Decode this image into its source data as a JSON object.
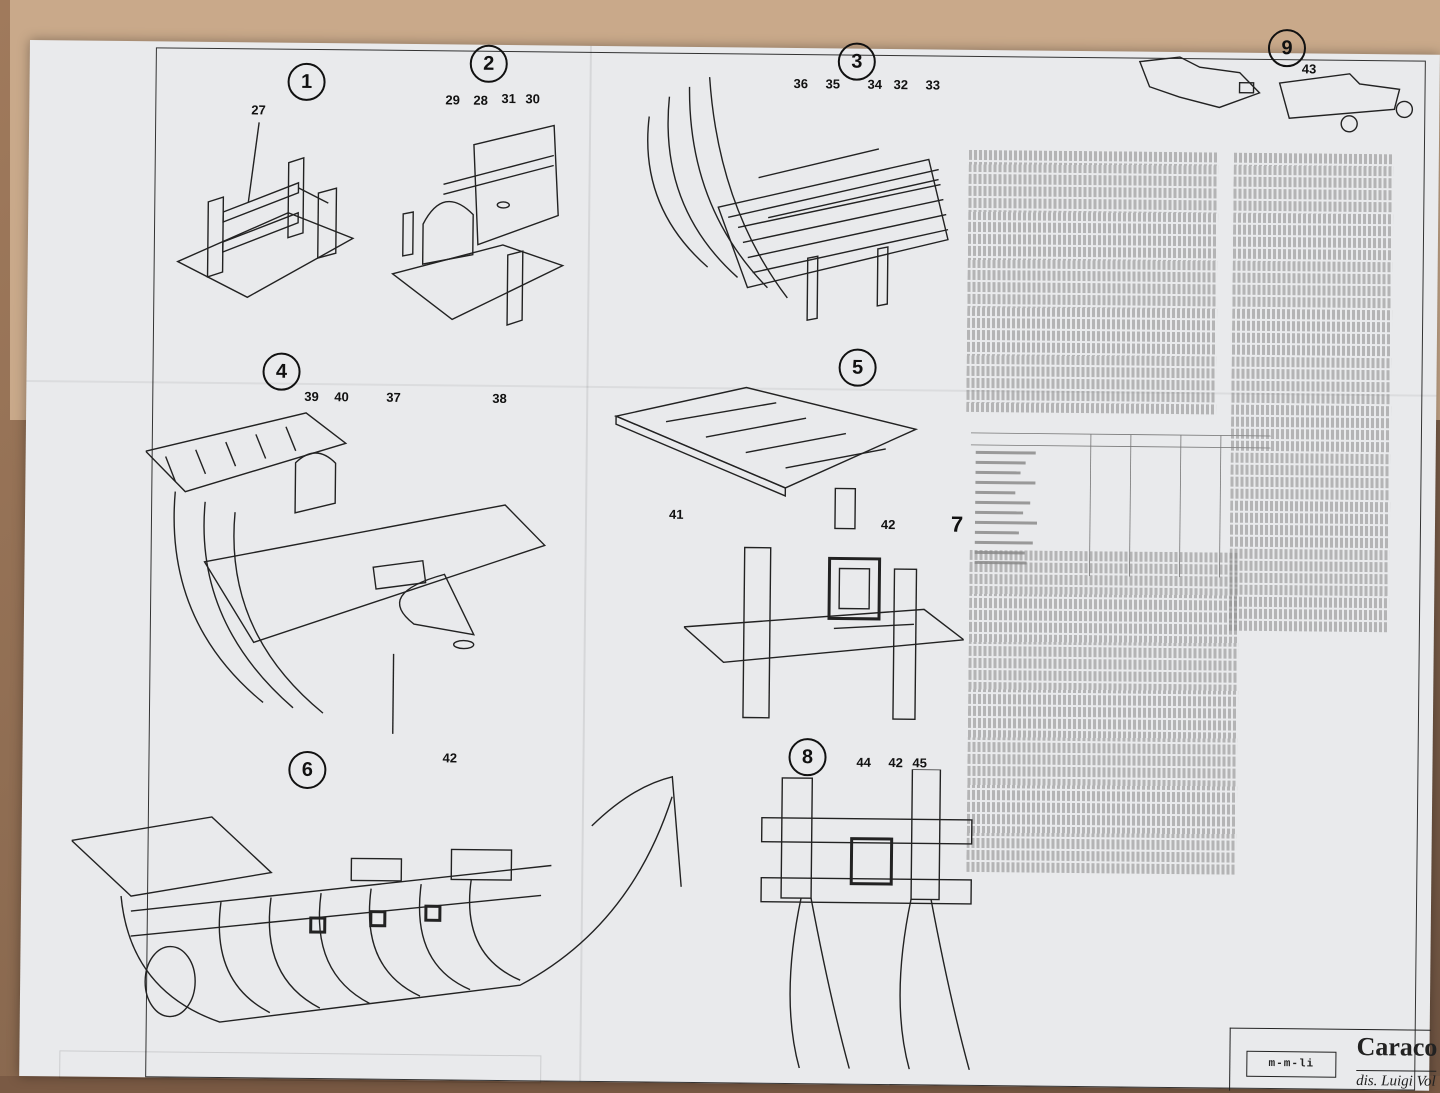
{
  "sheet": {
    "figures": [
      {
        "number": "1",
        "parts": [
          "27"
        ]
      },
      {
        "number": "2",
        "parts": [
          "29",
          "28",
          "31",
          "30"
        ]
      },
      {
        "number": "3",
        "parts": [
          "36",
          "35",
          "34",
          "32",
          "33"
        ]
      },
      {
        "number": "4",
        "parts": [
          "39",
          "40",
          "37",
          "38"
        ]
      },
      {
        "number": "5",
        "parts": [
          "41"
        ]
      },
      {
        "number": "6",
        "parts": [
          "42"
        ]
      },
      {
        "number": "7",
        "parts": [
          "42"
        ]
      },
      {
        "number": "8",
        "parts": [
          "44",
          "42",
          "45"
        ]
      },
      {
        "number": "9",
        "parts": [
          "43"
        ]
      }
    ],
    "title_block": {
      "logo": "m-m-li",
      "title": "Caraco",
      "subtitle": "dis. Luigi Vol"
    }
  },
  "colors": {
    "paper": "#e9eaec",
    "ink": "#111111",
    "table": "#7a5a44",
    "cardboard": "#c9a98a"
  }
}
